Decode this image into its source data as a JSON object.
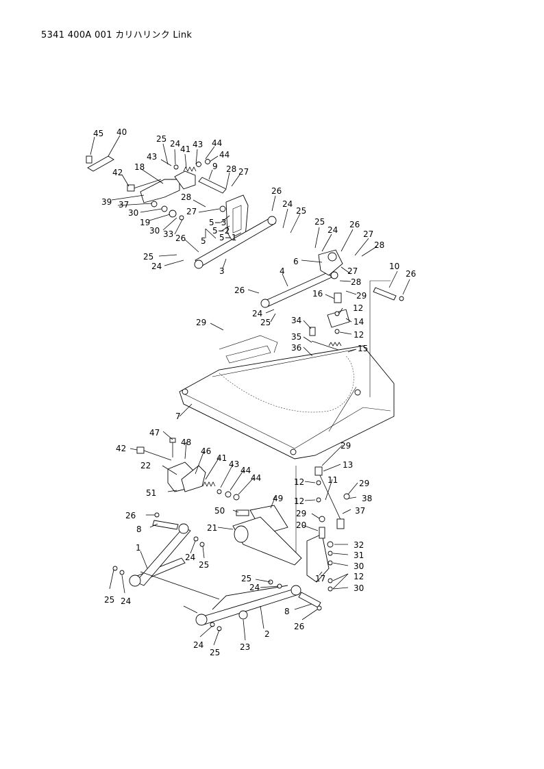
{
  "header": {
    "title": "5341  400A  001  カリハリンク  Link"
  },
  "callouts": [
    {
      "t": "45"
    },
    {
      "t": "40"
    },
    {
      "t": "25"
    },
    {
      "t": "24"
    },
    {
      "t": "41"
    },
    {
      "t": "43"
    },
    {
      "t": "44"
    },
    {
      "t": "43"
    },
    {
      "t": "44"
    },
    {
      "t": "18"
    },
    {
      "t": "42"
    },
    {
      "t": "9"
    },
    {
      "t": "28"
    },
    {
      "t": "27"
    },
    {
      "t": "39"
    },
    {
      "t": "37"
    },
    {
      "t": "28"
    },
    {
      "t": "30"
    },
    {
      "t": "19"
    },
    {
      "t": "27"
    },
    {
      "t": "30"
    },
    {
      "t": "33"
    },
    {
      "t": "5−3"
    },
    {
      "t": "5−2"
    },
    {
      "t": "5"
    },
    {
      "t": "5−1"
    },
    {
      "t": "26"
    },
    {
      "t": "26"
    },
    {
      "t": "24"
    },
    {
      "t": "25"
    },
    {
      "t": "25"
    },
    {
      "t": "24"
    },
    {
      "t": "3"
    },
    {
      "t": "25"
    },
    {
      "t": "24"
    },
    {
      "t": "26"
    },
    {
      "t": "27"
    },
    {
      "t": "28"
    },
    {
      "t": "6"
    },
    {
      "t": "27"
    },
    {
      "t": "10"
    },
    {
      "t": "26"
    },
    {
      "t": "4"
    },
    {
      "t": "28"
    },
    {
      "t": "26"
    },
    {
      "t": "29"
    },
    {
      "t": "16"
    },
    {
      "t": "12"
    },
    {
      "t": "24"
    },
    {
      "t": "25"
    },
    {
      "t": "14"
    },
    {
      "t": "12"
    },
    {
      "t": "29"
    },
    {
      "t": "34"
    },
    {
      "t": "35"
    },
    {
      "t": "36"
    },
    {
      "t": "15"
    },
    {
      "t": "7"
    },
    {
      "t": "47"
    },
    {
      "t": "48"
    },
    {
      "t": "42"
    },
    {
      "t": "46"
    },
    {
      "t": "29"
    },
    {
      "t": "13"
    },
    {
      "t": "41"
    },
    {
      "t": "22"
    },
    {
      "t": "43"
    },
    {
      "t": "44"
    },
    {
      "t": "44"
    },
    {
      "t": "11"
    },
    {
      "t": "12"
    },
    {
      "t": "29"
    },
    {
      "t": "51"
    },
    {
      "t": "12"
    },
    {
      "t": "38"
    },
    {
      "t": "49"
    },
    {
      "t": "37"
    },
    {
      "t": "50"
    },
    {
      "t": "29"
    },
    {
      "t": "26"
    },
    {
      "t": "20"
    },
    {
      "t": "8"
    },
    {
      "t": "21"
    },
    {
      "t": "32"
    },
    {
      "t": "31"
    },
    {
      "t": "1"
    },
    {
      "t": "30"
    },
    {
      "t": "24"
    },
    {
      "t": "25"
    },
    {
      "t": "12"
    },
    {
      "t": "25"
    },
    {
      "t": "17"
    },
    {
      "t": "24"
    },
    {
      "t": "30"
    },
    {
      "t": "25"
    },
    {
      "t": "24"
    },
    {
      "t": "8"
    },
    {
      "t": "26"
    },
    {
      "t": "2"
    },
    {
      "t": "24"
    },
    {
      "t": "25"
    },
    {
      "t": "23"
    }
  ]
}
